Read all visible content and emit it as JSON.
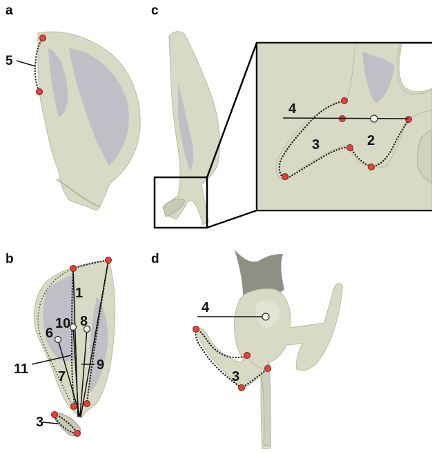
{
  "panels": {
    "a": "a",
    "b": "b",
    "c": "c",
    "d": "d"
  },
  "labels": {
    "a": [
      "5"
    ],
    "b": [
      "1",
      "10",
      "8",
      "6",
      "11",
      "7",
      "9",
      "3"
    ],
    "c": [
      "4",
      "3",
      "2"
    ],
    "d": [
      "4",
      "3"
    ]
  },
  "colors": {
    "bone": "#d9dac5",
    "bone_shadow": "#a9acc9",
    "landmark": "#e0443a",
    "outline_points": "#333333"
  }
}
